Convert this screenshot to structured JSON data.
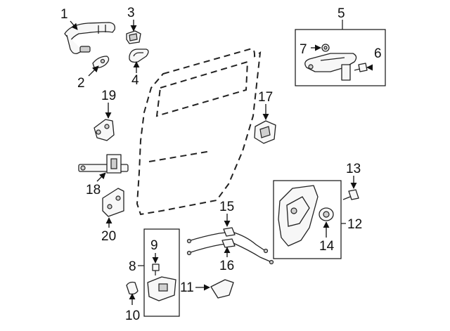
{
  "callouts": {
    "c1": "1",
    "c2": "2",
    "c3": "3",
    "c4": "4",
    "c5": "5",
    "c6": "6",
    "c7": "7",
    "c8": "8",
    "c9": "9",
    "c10": "10",
    "c11": "11",
    "c12": "12",
    "c13": "13",
    "c14": "14",
    "c15": "15",
    "c16": "16",
    "c17": "17",
    "c18": "18",
    "c19": "19",
    "c20": "20"
  },
  "colors": {
    "ink": "#111111",
    "part_fill": "#f7f7f7",
    "background": "#ffffff"
  }
}
